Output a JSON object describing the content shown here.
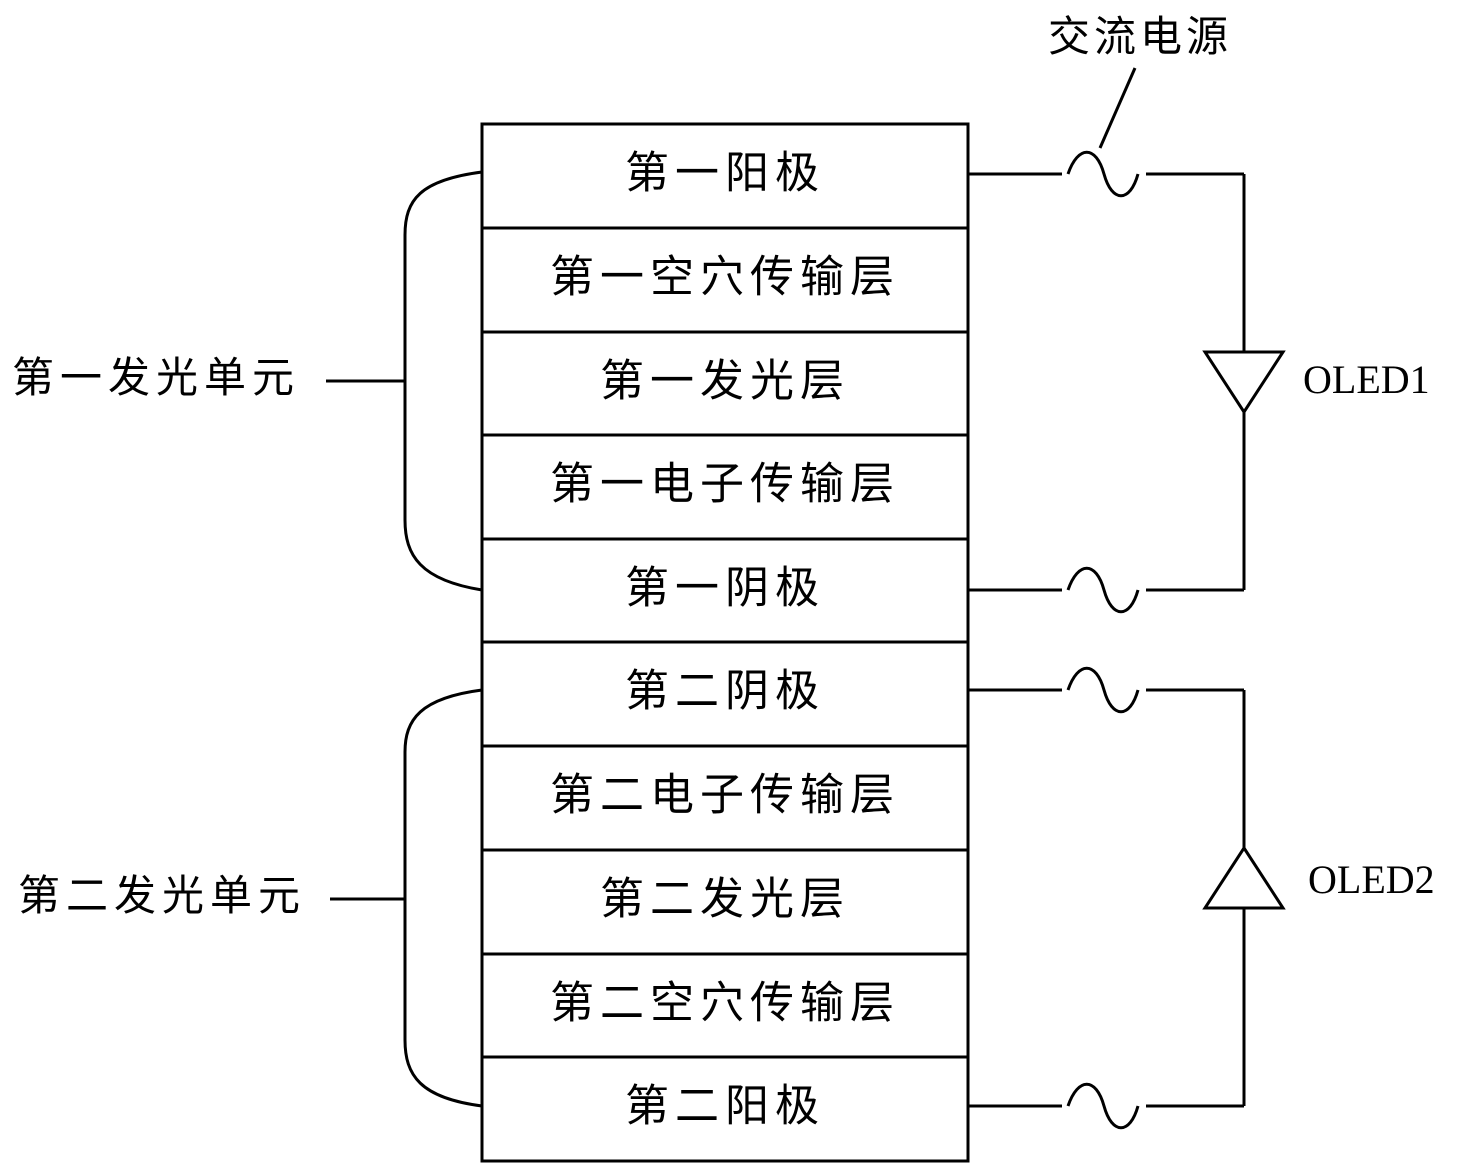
{
  "ac_power_label": "交流电源",
  "units": [
    {
      "label": "第一发光单元"
    },
    {
      "label": "第二发光单元"
    }
  ],
  "layers": [
    "第一阳极",
    "第一空穴传输层",
    "第一发光层",
    "第一电子传输层",
    "第一阴极",
    "第二阴极",
    "第二电子传输层",
    "第二发光层",
    "第二空穴传输层",
    "第二阳极"
  ],
  "diodes": [
    {
      "label": "OLED1",
      "direction": "down"
    },
    {
      "label": "OLED2",
      "direction": "up"
    }
  ],
  "icons": {
    "ac_source": "ac-sine-icon",
    "diode": "diode-triangle-icon"
  }
}
